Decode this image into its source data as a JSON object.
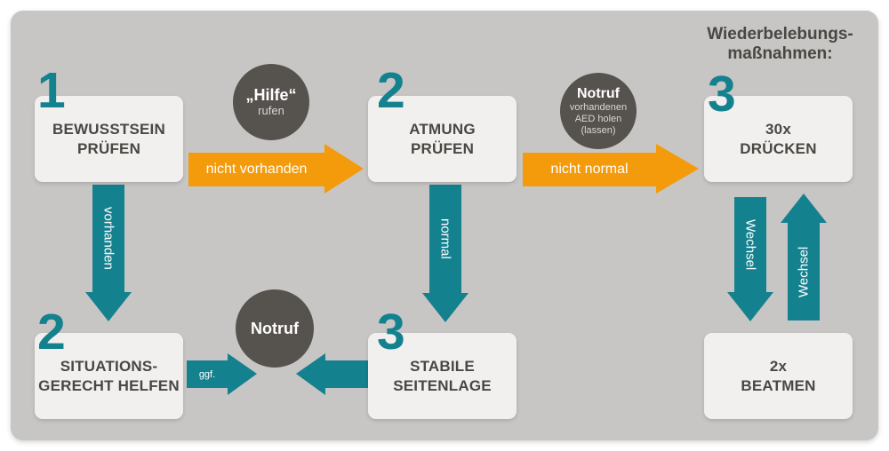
{
  "palette": {
    "teal": "#14818f",
    "orange": "#f49b0c",
    "panel_bg": "#c7c6c4",
    "box_bg": "#f1f0ee",
    "circle_bg": "#56524e",
    "text_dark": "#4a4743",
    "label_light": "#d8d7d5"
  },
  "header": {
    "title_line1": "Wiederbelebungs-",
    "title_line2": "maßnahmen:"
  },
  "steps": {
    "bewusstsein": {
      "number": "1",
      "line1": "BEWUSSTSEIN",
      "line2": "PRÜFEN"
    },
    "atmung": {
      "number": "2",
      "line1": "ATMUNG",
      "line2": "PRÜFEN"
    },
    "druecken": {
      "number": "3",
      "line1": "30x",
      "line2": "DRÜCKEN"
    },
    "situationsgerecht": {
      "number": "2",
      "line1": "SITUATIONS-",
      "line2": "GERECHT HELFEN"
    },
    "seitenlage": {
      "number": "3",
      "line1": "STABILE",
      "line2": "SEITENLAGE"
    },
    "beatmen": {
      "line1": "2x",
      "line2": "BEATMEN"
    }
  },
  "circles": {
    "hilfe": {
      "title": "„Hilfe“",
      "subtitle": "rufen"
    },
    "notruf_aed": {
      "title": "Notruf",
      "line1": "vorhandenen",
      "line2": "AED holen",
      "line3": "(lassen)"
    },
    "notruf": {
      "title": "Notruf"
    }
  },
  "arrows": {
    "nicht_vorhanden": "nicht vorhanden",
    "nicht_normal": "nicht normal",
    "vorhanden": "vorhanden",
    "normal": "normal",
    "ggf": "ggf.",
    "wechsel_down": "Wechsel",
    "wechsel_up": "Wechsel"
  }
}
